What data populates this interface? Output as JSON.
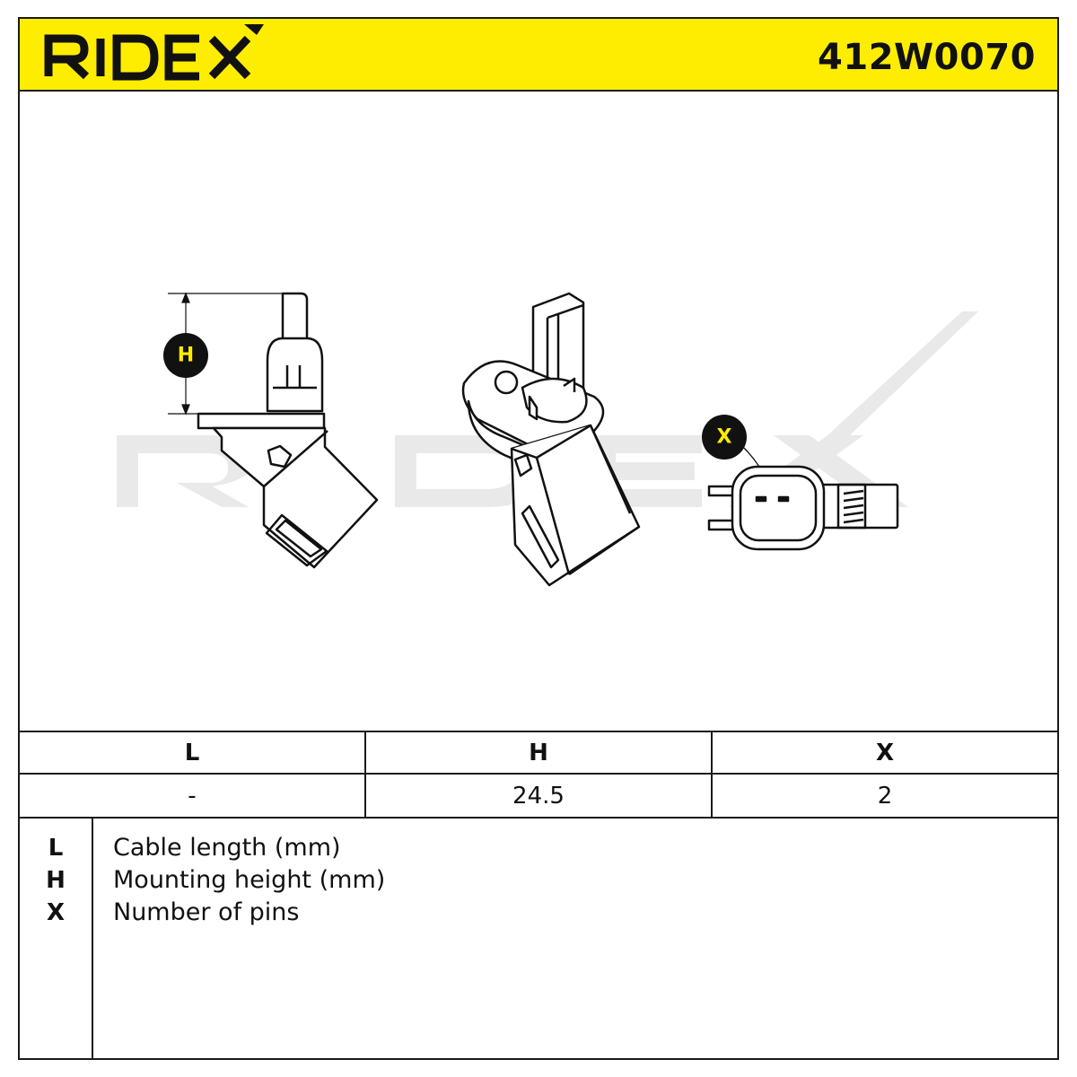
{
  "brand": {
    "name": "RIDEX",
    "accent_color": "#ffed00",
    "watermark_color": "#e9e9e9"
  },
  "header": {
    "part_number": "412W0070"
  },
  "drawing": {
    "marker_h": "H",
    "marker_x": "X"
  },
  "spec_table": {
    "headers": [
      "L",
      "H",
      "X"
    ],
    "values": [
      "-",
      "24.5",
      "2"
    ]
  },
  "legend": [
    {
      "key": "L",
      "desc": "Cable length (mm)"
    },
    {
      "key": "H",
      "desc": "Mounting height (mm)"
    },
    {
      "key": "X",
      "desc": "Number of pins"
    }
  ]
}
